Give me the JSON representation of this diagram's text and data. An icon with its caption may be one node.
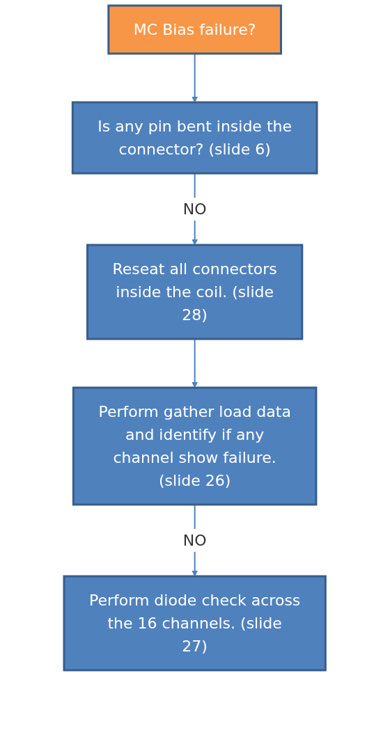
{
  "diagram": {
    "nodes": [
      {
        "text": [
          "MC Bias failure?"
        ]
      },
      {
        "text": [
          "Is any pin bent inside the connector? (slide 6)"
        ]
      },
      {
        "text": [
          "Reseat all connectors inside the coil. (slide 28)"
        ]
      },
      {
        "text": [
          "Perform gather load data and identify if any channel show failure. (slide 26)"
        ]
      },
      {
        "text": [
          "Perform diode check across the 16 channels. (slide 27)"
        ]
      }
    ],
    "edges": [
      {
        "from": 0,
        "to": 1,
        "arrow": "to"
      },
      {
        "from": 1,
        "to": 2,
        "arrow": "to",
        "label": "NO"
      },
      {
        "from": 2,
        "to": 3,
        "arrow": "to"
      },
      {
        "from": 3,
        "to": 4,
        "arrow": "to",
        "label": "NO"
      }
    ]
  }
}
